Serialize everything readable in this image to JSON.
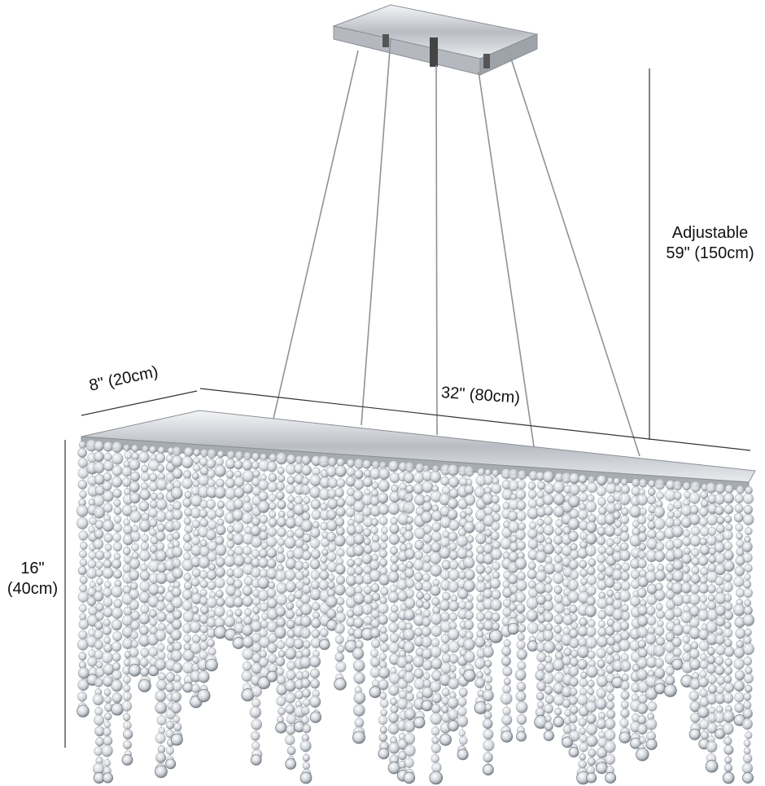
{
  "dimensions": {
    "depth": "8\" (20cm)",
    "width": "32\" (80cm)",
    "adjustable": {
      "line1": "Adjustable",
      "line2": "59\" (150cm)"
    },
    "height": {
      "line1": "16\"",
      "line2": "(40cm)"
    }
  },
  "colors": {
    "background": "#ffffff",
    "chrome": "#c9ccd1",
    "chrome_dark": "#8a8f96",
    "crystal": "#d7dbe0",
    "crystal_dark": "#7d838b",
    "dimension_line": "#333333"
  }
}
